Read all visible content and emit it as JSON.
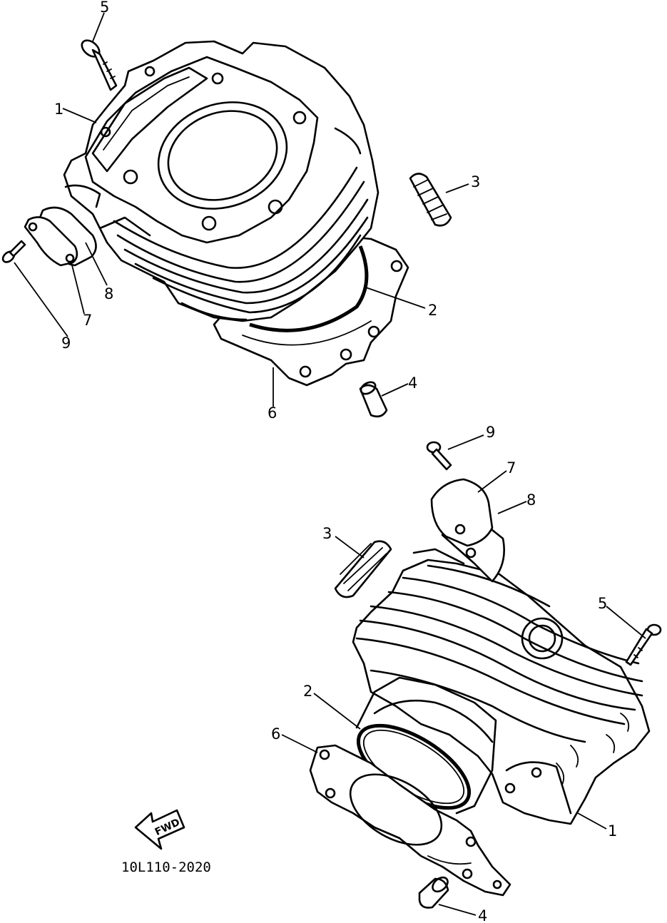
{
  "diagram": {
    "drawing_code": "10L110-2020",
    "direction_label": "FWD",
    "upper_view": {
      "callouts": [
        "5",
        "1",
        "3",
        "2",
        "8",
        "7",
        "9",
        "6",
        "4"
      ]
    },
    "lower_view": {
      "callouts": [
        "9",
        "7",
        "8",
        "3",
        "5",
        "2",
        "6",
        "1",
        "4"
      ]
    }
  }
}
